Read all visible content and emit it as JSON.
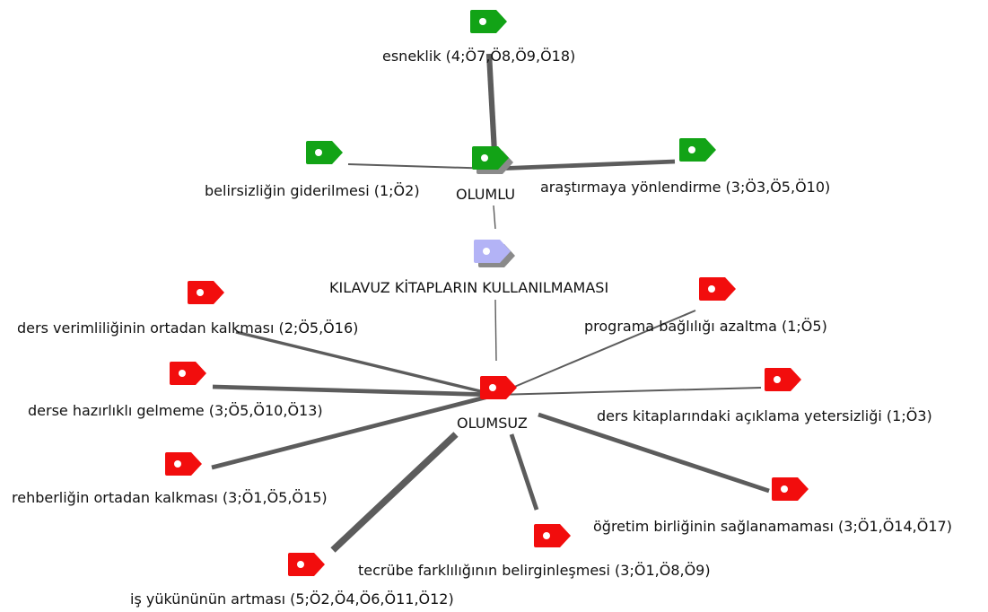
{
  "colors": {
    "positive": "#12a316",
    "negative": "#f20d0d",
    "neutral": "#b3b3f6",
    "edge": "#5c5c5c"
  },
  "center": {
    "label": "KILAVUZ KİTAPLARIN KULLANILMAMASI",
    "icon": "tag-icon",
    "color": "neutral"
  },
  "olumlu": {
    "label": "OLUMLU",
    "icon": "tag-icon",
    "color": "positive",
    "codes": [
      {
        "id": "esneklik",
        "label": "esneklik (4;Ö7,Ö8,Ö9,Ö18)",
        "freq": 4
      },
      {
        "id": "belirsizligin-giderilmesi",
        "label": "belirsizliğin giderilmesi (1;Ö2)",
        "freq": 1
      },
      {
        "id": "arastirmaya-yonlendirme",
        "label": "araştırmaya yönlendirme (3;Ö3,Ö5,Ö10)",
        "freq": 3
      }
    ]
  },
  "olumsuz": {
    "label": "OLUMSUZ",
    "icon": "tag-icon",
    "color": "negative",
    "codes": [
      {
        "id": "ders-verimliligi",
        "label": "ders verimliliğinin ortadan kalkması (2;Ö5,Ö16)",
        "freq": 2
      },
      {
        "id": "programa-baglilik",
        "label": "programa bağlılığı azaltma (1;Ö5)",
        "freq": 1
      },
      {
        "id": "derse-hazirlikli",
        "label": "derse hazırlıklı gelmeme (3;Ö5,Ö10,Ö13)",
        "freq": 3
      },
      {
        "id": "aciklama-yetersizligi",
        "label": "ders kitaplarındaki açıklama yetersizliği (1;Ö3)",
        "freq": 1
      },
      {
        "id": "rehberlik",
        "label": "rehberliğin ortadan kalkması (3;Ö1,Ö5,Ö15)",
        "freq": 3
      },
      {
        "id": "ogretim-birligi",
        "label": "öğretim birliğinin sağlanamaması (3;Ö1,Ö14,Ö17)",
        "freq": 3
      },
      {
        "id": "tecrube-farkliligi",
        "label": "tecrübe farklılığının belirginleşmesi (3;Ö1,Ö8,Ö9)",
        "freq": 3
      },
      {
        "id": "is-yuku",
        "label": "iş yükününün artması (5;Ö2,Ö4,Ö6,Ö11,Ö12)",
        "freq": 5
      }
    ]
  }
}
